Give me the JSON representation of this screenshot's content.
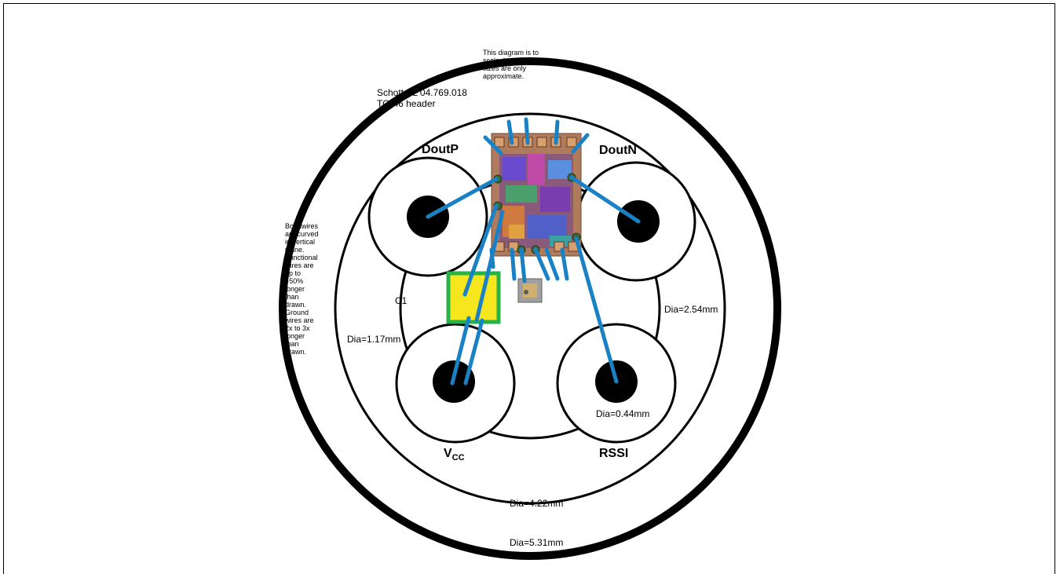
{
  "header": {
    "line1": "Schott SL 04.769.018",
    "line2": "TO-46 header"
  },
  "note_scale": [
    "This diagram is to",
    "scale, but bondwire",
    "sizes are only",
    "approximate."
  ],
  "note_bondwires": [
    "Bondwires",
    "are curved",
    "in vertical",
    "plane.",
    "Functional",
    "wires are",
    "up to",
    "~50%",
    "longer",
    "than",
    "drawn.",
    "Ground",
    "wires are",
    "2x to 3x",
    "longer",
    "than",
    "drawn."
  ],
  "pins": {
    "doutp": "DoutP",
    "doutn": "DoutN",
    "vcc_main": "V",
    "vcc_sub": "CC",
    "rssi": "RSSI"
  },
  "capacitor_label": "C1",
  "dimensions": {
    "outer": "Dia=5.31mm",
    "inner": "Dia=4.22mm",
    "pin_circle": "Dia=2.54mm",
    "insulator": "Dia=1.17mm",
    "pin": "Dia=0.44mm"
  },
  "colors": {
    "bondwire": "#1a82c4",
    "capacitor_fill": "#f5e61e",
    "capacitor_border": "#27b34a",
    "die_bg": "#b07a5c"
  }
}
